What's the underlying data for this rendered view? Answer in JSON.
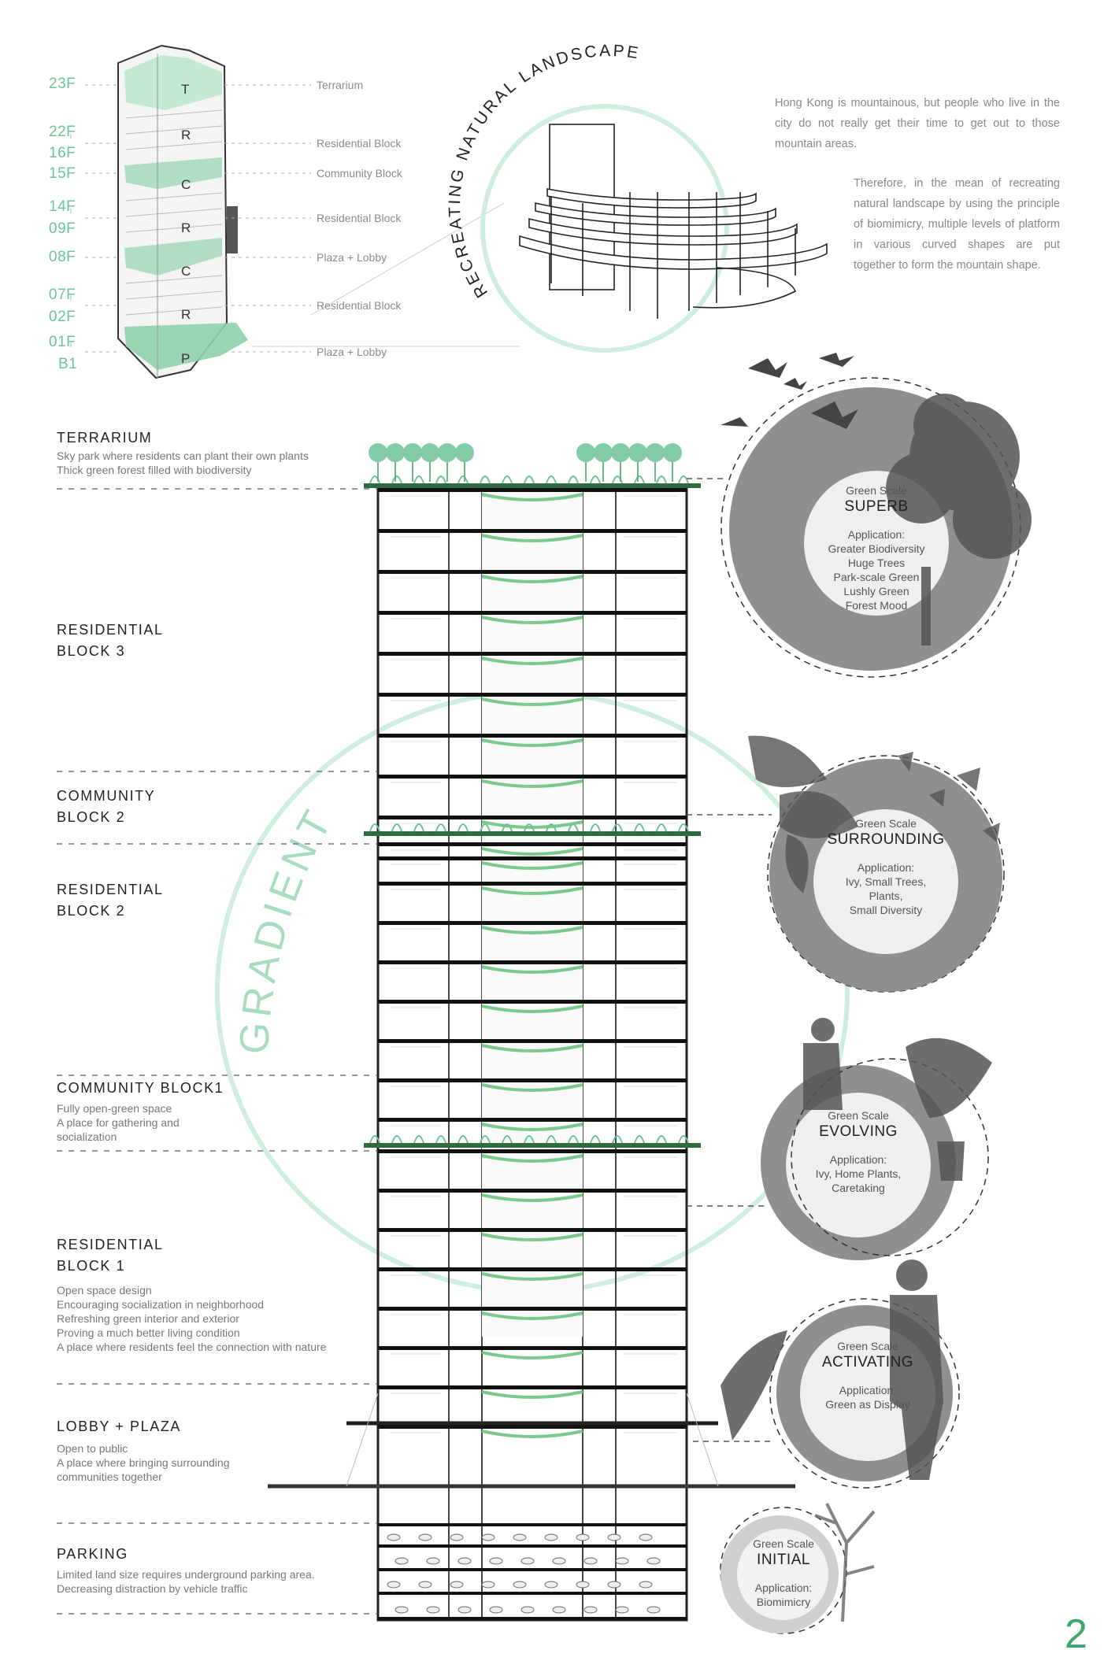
{
  "floor_diagram": {
    "floors": [
      "23F",
      "22F",
      "16F",
      "15F",
      "14F",
      "09F",
      "08F",
      "07F",
      "02F",
      "01F",
      "B1"
    ],
    "block_letters": [
      "T",
      "R",
      "C",
      "R",
      "C",
      "R",
      "P"
    ],
    "key_labels": [
      "Terrarium",
      "Residential Block",
      "Community Block",
      "Residential Block",
      "Plaza + Lobby",
      "Residential Block",
      "Plaza + Lobby"
    ]
  },
  "landscape": {
    "arc_title": "RECREATING NATURAL LANDSCAPE",
    "para1": "Hong Kong is mountainous, but people who live in the city do not really get their time to get out to those mountain areas.",
    "para2": "Therefore, in the mean of recreating natural landscape by using the principle of biomimicry, multiple levels of platform in various curved shapes are put together to form the mountain shape."
  },
  "gradient_word": "GRADIENT",
  "sections": [
    {
      "title": "TERRARIUM",
      "desc": "Sky park where residents can plant their own plants\nThick green forest filled with biodiversity"
    },
    {
      "title": "RESIDENTIAL\nBLOCK 3",
      "desc": ""
    },
    {
      "title": "COMMUNITY\nBLOCK 2",
      "desc": ""
    },
    {
      "title": "RESIDENTIAL\nBLOCK 2",
      "desc": ""
    },
    {
      "title": "COMMUNITY BLOCK1",
      "desc": "Fully open-green space\nA place for gathering and\nsocialization"
    },
    {
      "title": "RESIDENTIAL\nBLOCK 1",
      "desc": "Open space design\nEncouraging socialization in neighborhood\nRefreshing green interior and exterior\nProving a much better living condition\nA place where residents feel the connection with nature"
    },
    {
      "title": "LOBBY + PLAZA",
      "desc": "Open to public\nA place where bringing surrounding\ncommunities together"
    },
    {
      "title": "PARKING",
      "desc": "Limited land size requires underground parking area.\nDecreasing distraction by vehicle traffic"
    }
  ],
  "green_scales": [
    {
      "label": "Green Scale",
      "name": "SUPERB",
      "app_title": "Application:",
      "apps": "Greater Biodiversity\nHuge Trees\nPark-scale Green\nLushly Green\nForest Mood"
    },
    {
      "label": "Green Scale",
      "name": "SURROUNDING",
      "app_title": "Application:",
      "apps": "Ivy, Small Trees,\nPlants,\nSmall Diversity"
    },
    {
      "label": "Green Scale",
      "name": "EVOLVING",
      "app_title": "Application:",
      "apps": "Ivy, Home Plants,\nCaretaking"
    },
    {
      "label": "Green Scale",
      "name": "ACTIVATING",
      "app_title": "Application:",
      "apps": "Green as Display"
    },
    {
      "label": "Green Scale",
      "name": "INITIAL",
      "app_title": "Application:",
      "apps": "Biomimicry"
    }
  ],
  "page_number": "2",
  "colors": {
    "accent_green": "#6cc39a",
    "circle_gray": "#8f8f8f",
    "inner_circle": "#efefef",
    "page_number_green": "#3aa76d"
  }
}
